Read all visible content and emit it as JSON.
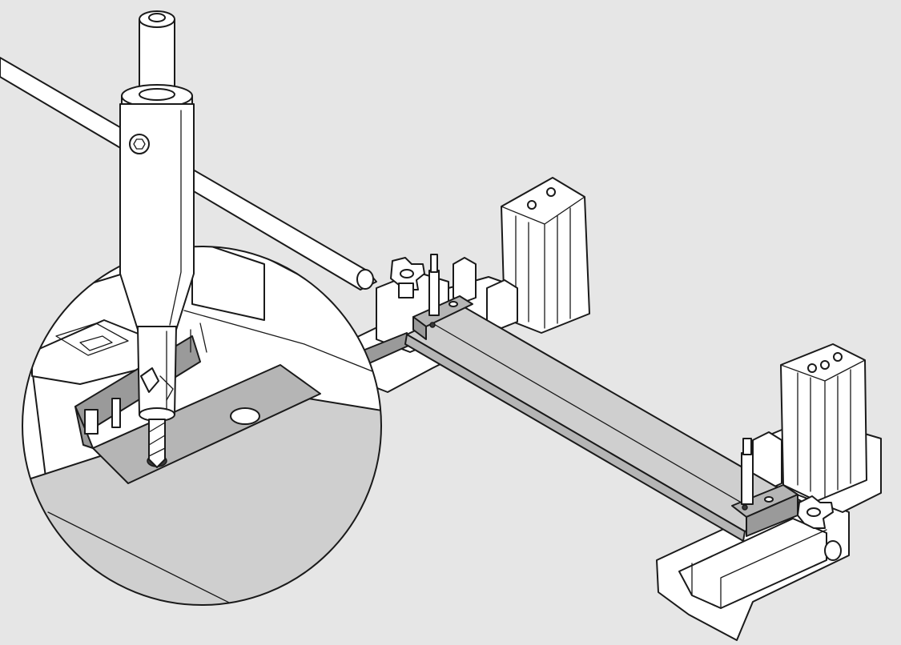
{
  "figure": {
    "kind": "technical assembly illustration",
    "background_color": "#e6e6e6",
    "parts": [
      "drill-bit-sleeve",
      "drilling-jig-base-left",
      "drilling-jig-base-right",
      "mounting-board",
      "mounting-bracket-left",
      "mounting-bracket-right",
      "clamping-knob",
      "guide-rod",
      "magnified-detail-circle"
    ],
    "icons": [
      "drill-sleeve-icon",
      "hex-screw-icon",
      "star-knob-icon",
      "drill-bit-icon"
    ]
  }
}
